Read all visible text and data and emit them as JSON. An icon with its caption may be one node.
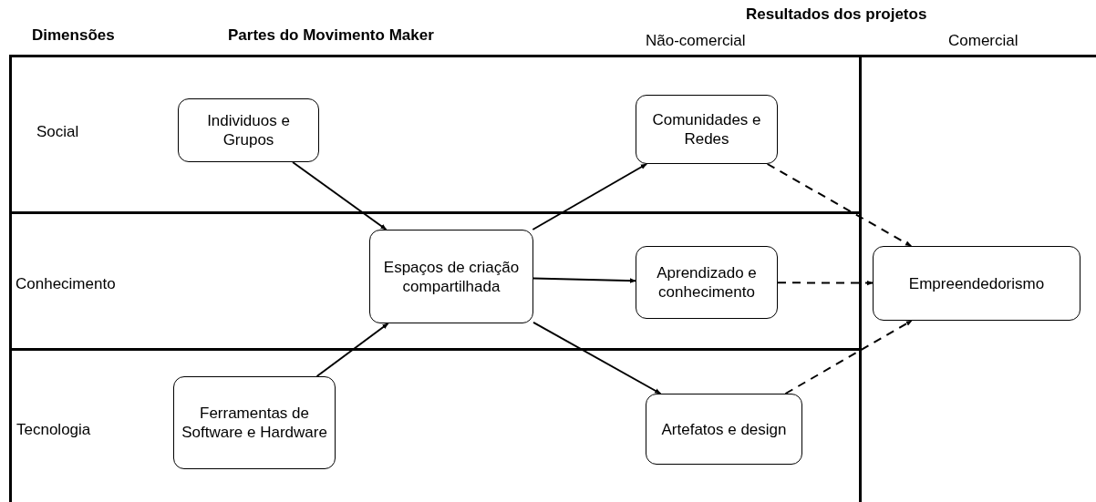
{
  "diagram": {
    "nodes": [
      {
        "text": [
          "Social"
        ]
      },
      {
        "text": [
          "Individuos e Grupos"
        ],
        "in": 0
      },
      {
        "text": [
          "Comunidades e Redes"
        ],
        "in": 0
      },
      {
        "text": [
          "Conhecimento"
        ]
      },
      {
        "text": [
          "Espaços de criação compartilhada"
        ],
        "in": 3
      },
      {
        "text": [
          "Aprendizado e conhecimento"
        ],
        "in": 3
      },
      {
        "text": [
          "Empreendedorismo"
        ]
      },
      {
        "text": [
          "Tecnologia"
        ]
      },
      {
        "text": [
          "Ferramentas de Software e Hardware"
        ],
        "in": 7
      },
      {
        "text": [
          "Artefatos e design"
        ],
        "in": 7
      }
    ],
    "edges": [
      {
        "from": 1,
        "to": 4,
        "arrow": "to"
      },
      {
        "from": 8,
        "to": 4,
        "arrow": "to"
      },
      {
        "from": 4,
        "to": 2,
        "arrow": "to"
      },
      {
        "from": 4,
        "to": 5,
        "arrow": "to"
      },
      {
        "from": 4,
        "to": 9,
        "arrow": "to"
      },
      {
        "from": 2,
        "to": 6,
        "arrow": "to",
        "style": "dashed"
      },
      {
        "from": 5,
        "to": 6,
        "arrow": "to",
        "style": "dashed"
      },
      {
        "from": 9,
        "to": 6,
        "arrow": "to",
        "style": "dashed"
      }
    ],
    "labels": [
      "Resultados dos projetos",
      "Dimensões",
      "Partes do Movimento Maker",
      "Não-comercial",
      "Comercial"
    ]
  }
}
